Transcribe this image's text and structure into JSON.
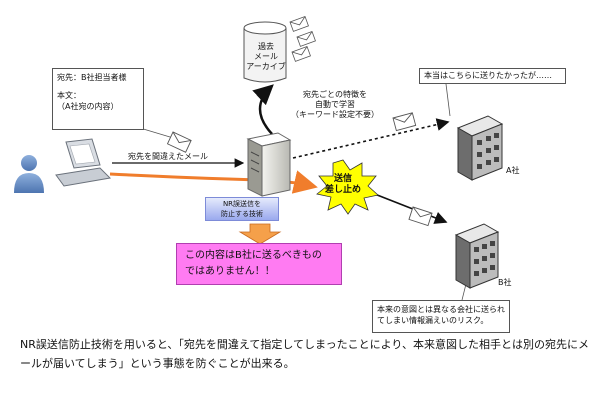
{
  "recipient_note": {
    "line1": "宛先：B社担当者様",
    "line2": "本文：",
    "line3": "（A社宛の内容）"
  },
  "archive": {
    "label_line1": "過去",
    "label_line2": "メール",
    "label_line3": "アーカイブ"
  },
  "learning": {
    "line1": "宛先ごとの特徴を",
    "line2": "自動で学習",
    "line3": "（キーワード設定不要）"
  },
  "wrong_mail_label": "宛先を間違えたメール",
  "intended_note": "本当はこちらに送りたかったが……",
  "stop_label": {
    "line1": "送信",
    "line2": "差し止め"
  },
  "tech_box": {
    "line1": "NR誤送信を",
    "line2": "防止する技術"
  },
  "warning": {
    "line1": "この内容はB社に送るべきもの",
    "line2": "ではありません！！"
  },
  "company_a": "A社",
  "company_b": "B社",
  "risk_note": "本来の意図とは異なる会社に送られてしまい情報漏えいのリスク。",
  "caption": "NR誤送信防止技術を用いると、「宛先を間違えて指定してしまったことにより、本来意図した相手とは別の宛先にメールが届いてしまう」という事態を防ぐことが出来る。",
  "colors": {
    "orange_arrow": "#f07d2c",
    "stop_burst": "#ffff00",
    "warning_bg": "#ff7bf2",
    "tech_box": "#9aa9ee"
  },
  "icons": [
    "user-icon",
    "laptop-icon",
    "envelope-icon",
    "server-icon",
    "database-icon",
    "building-icon",
    "stop-burst-icon"
  ]
}
